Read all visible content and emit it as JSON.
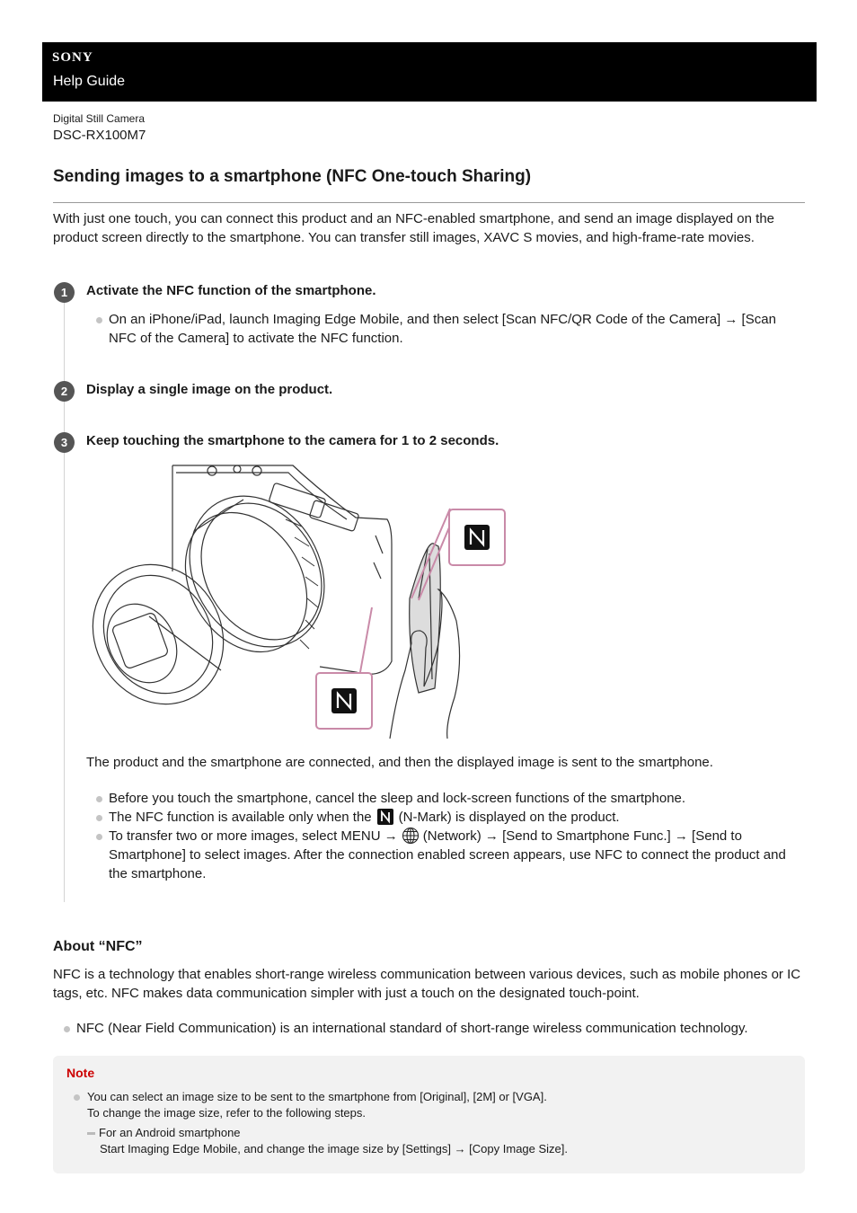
{
  "header": {
    "brand": "SONY",
    "title": "Help Guide"
  },
  "product": {
    "category": "Digital Still Camera",
    "model": "DSC-RX100M7"
  },
  "page_title": "Sending images to a smartphone (NFC One-touch Sharing)",
  "intro": "With just one touch, you can connect this product and an NFC-enabled smartphone, and send an image displayed on the product screen directly to the smartphone. You can transfer still images, XAVC S movies, and high-frame-rate movies.",
  "steps": [
    {
      "number": "1",
      "title": "Activate the NFC function of the smartphone.",
      "bullets": [
        "On an iPhone/iPad, launch Imaging Edge Mobile, and then select [Scan NFC/QR Code of the Camera] → [Scan NFC of the Camera] to activate the NFC function."
      ]
    },
    {
      "number": "2",
      "title": "Display a single image on the product."
    },
    {
      "number": "3",
      "title": "Keep touching the smartphone to the camera for 1 to 2 seconds.",
      "result": "The product and the smartphone are connected, and then the displayed image is sent to the smartphone.",
      "bullets": [
        "Before you touch the smartphone, cancel the sleep and lock-screen functions of the smartphone.",
        {
          "before": "The NFC function is available only when the",
          "after": "(N-Mark) is displayed on the product."
        },
        {
          "before": "To transfer two or more images, select MENU →",
          "after": "(Network) → [Send to Smartphone Func.] → [Send to Smartphone] to select images. After the connection enabled screen appears, use NFC to connect the product and the smartphone."
        }
      ]
    }
  ],
  "about": {
    "heading": "About “NFC”",
    "text": "NFC is a technology that enables short-range wireless communication between various devices, such as mobile phones or IC tags, etc. NFC makes data communication simpler with just a touch on the designated touch-point.",
    "bullet": "NFC (Near Field Communication) is an international standard of short-range wireless communication technology."
  },
  "note": {
    "label": "Note",
    "line1": "You can select an image size to be sent to the smartphone from [Original], [2M] or [VGA].",
    "line2": "To change the image size, refer to the following steps.",
    "sub_title": "For an Android smartphone",
    "sub_text": "Start Imaging Edge Mobile, and change the image size by [Settings] → [Copy Image Size]."
  },
  "icons": {
    "step_badge": "numbered-circle",
    "nmark": "n-mark-icon",
    "network": "globe-icon"
  },
  "colors": {
    "header_bg": "#000000",
    "note_label": "#cc0000",
    "callout": "#c98aa8"
  }
}
